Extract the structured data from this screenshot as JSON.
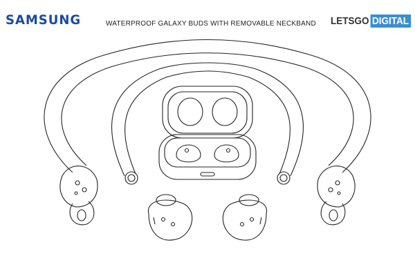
{
  "header": {
    "logo": "SAMSUNG",
    "title": "WATERPROOF GALAXY BUDS WITH REMOVABLE NECKBAND",
    "brand_a": "LETSGO",
    "brand_b": "DIGITAL"
  },
  "colors": {
    "samsung_blue": "#1b4b9c",
    "letsgo_blue": "#3a8fd1"
  }
}
